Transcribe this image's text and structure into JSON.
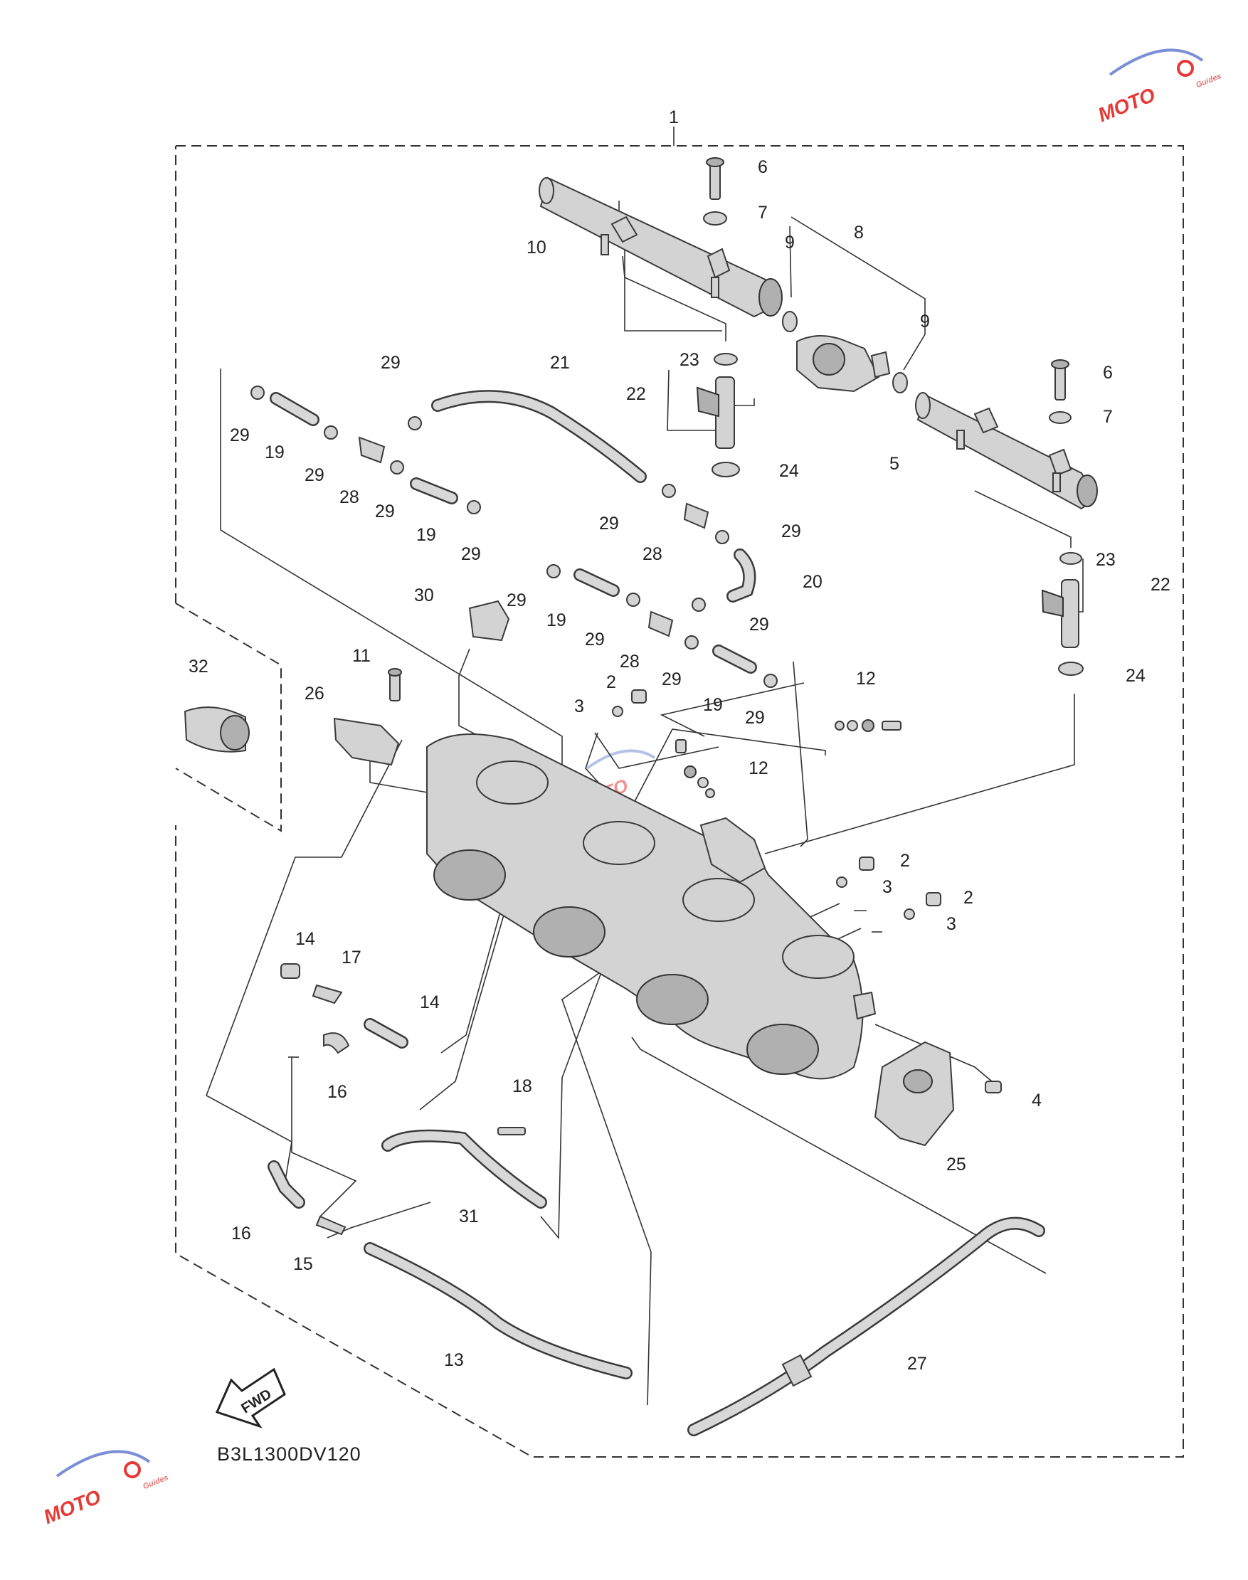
{
  "diagram": {
    "drawing_code": "B3L1300DV120",
    "fwd_label": "FWD",
    "watermark": {
      "brand": "MOTO",
      "sub": "Guides",
      "color": "#e53935"
    },
    "callouts": [
      {
        "id": "c1",
        "text": "1"
      },
      {
        "id": "c6a",
        "text": "6"
      },
      {
        "id": "c7a",
        "text": "7"
      },
      {
        "id": "c10",
        "text": "10"
      },
      {
        "id": "c9a",
        "text": "9"
      },
      {
        "id": "c8",
        "text": "8"
      },
      {
        "id": "c9b",
        "text": "9"
      },
      {
        "id": "c23a",
        "text": "23"
      },
      {
        "id": "c22a",
        "text": "22"
      },
      {
        "id": "c24a",
        "text": "24"
      },
      {
        "id": "c6b",
        "text": "6"
      },
      {
        "id": "c7b",
        "text": "7"
      },
      {
        "id": "c5",
        "text": "5"
      },
      {
        "id": "c23b",
        "text": "23"
      },
      {
        "id": "c22b",
        "text": "22"
      },
      {
        "id": "c24b",
        "text": "24"
      },
      {
        "id": "c29a",
        "text": "29"
      },
      {
        "id": "c21",
        "text": "21"
      },
      {
        "id": "c29b",
        "text": "29"
      },
      {
        "id": "c19a",
        "text": "19"
      },
      {
        "id": "c29c",
        "text": "29"
      },
      {
        "id": "c28a",
        "text": "28"
      },
      {
        "id": "c29d",
        "text": "29"
      },
      {
        "id": "c19b",
        "text": "19"
      },
      {
        "id": "c29e",
        "text": "29"
      },
      {
        "id": "c29f",
        "text": "29"
      },
      {
        "id": "c28b",
        "text": "28"
      },
      {
        "id": "c29g",
        "text": "29"
      },
      {
        "id": "c20",
        "text": "20"
      },
      {
        "id": "c30",
        "text": "30"
      },
      {
        "id": "c29h",
        "text": "29"
      },
      {
        "id": "c19c",
        "text": "19"
      },
      {
        "id": "c29i",
        "text": "29"
      },
      {
        "id": "c28c",
        "text": "28"
      },
      {
        "id": "c29j",
        "text": "29"
      },
      {
        "id": "c29k",
        "text": "29"
      },
      {
        "id": "c19d",
        "text": "19"
      },
      {
        "id": "c29l",
        "text": "29"
      },
      {
        "id": "c32",
        "text": "32"
      },
      {
        "id": "c11",
        "text": "11"
      },
      {
        "id": "c26",
        "text": "26"
      },
      {
        "id": "c2a",
        "text": "2"
      },
      {
        "id": "c3a",
        "text": "3"
      },
      {
        "id": "c12a",
        "text": "12"
      },
      {
        "id": "c12b",
        "text": "12"
      },
      {
        "id": "c2b",
        "text": "2"
      },
      {
        "id": "c3b",
        "text": "3"
      },
      {
        "id": "c2c",
        "text": "2"
      },
      {
        "id": "c3c",
        "text": "3"
      },
      {
        "id": "c14a",
        "text": "14"
      },
      {
        "id": "c17",
        "text": "17"
      },
      {
        "id": "c14b",
        "text": "14"
      },
      {
        "id": "c16a",
        "text": "16"
      },
      {
        "id": "c18",
        "text": "18"
      },
      {
        "id": "c4",
        "text": "4"
      },
      {
        "id": "c25",
        "text": "25"
      },
      {
        "id": "c31",
        "text": "31"
      },
      {
        "id": "c16b",
        "text": "16"
      },
      {
        "id": "c15",
        "text": "15"
      },
      {
        "id": "c13",
        "text": "13"
      },
      {
        "id": "c27",
        "text": "27"
      }
    ]
  }
}
